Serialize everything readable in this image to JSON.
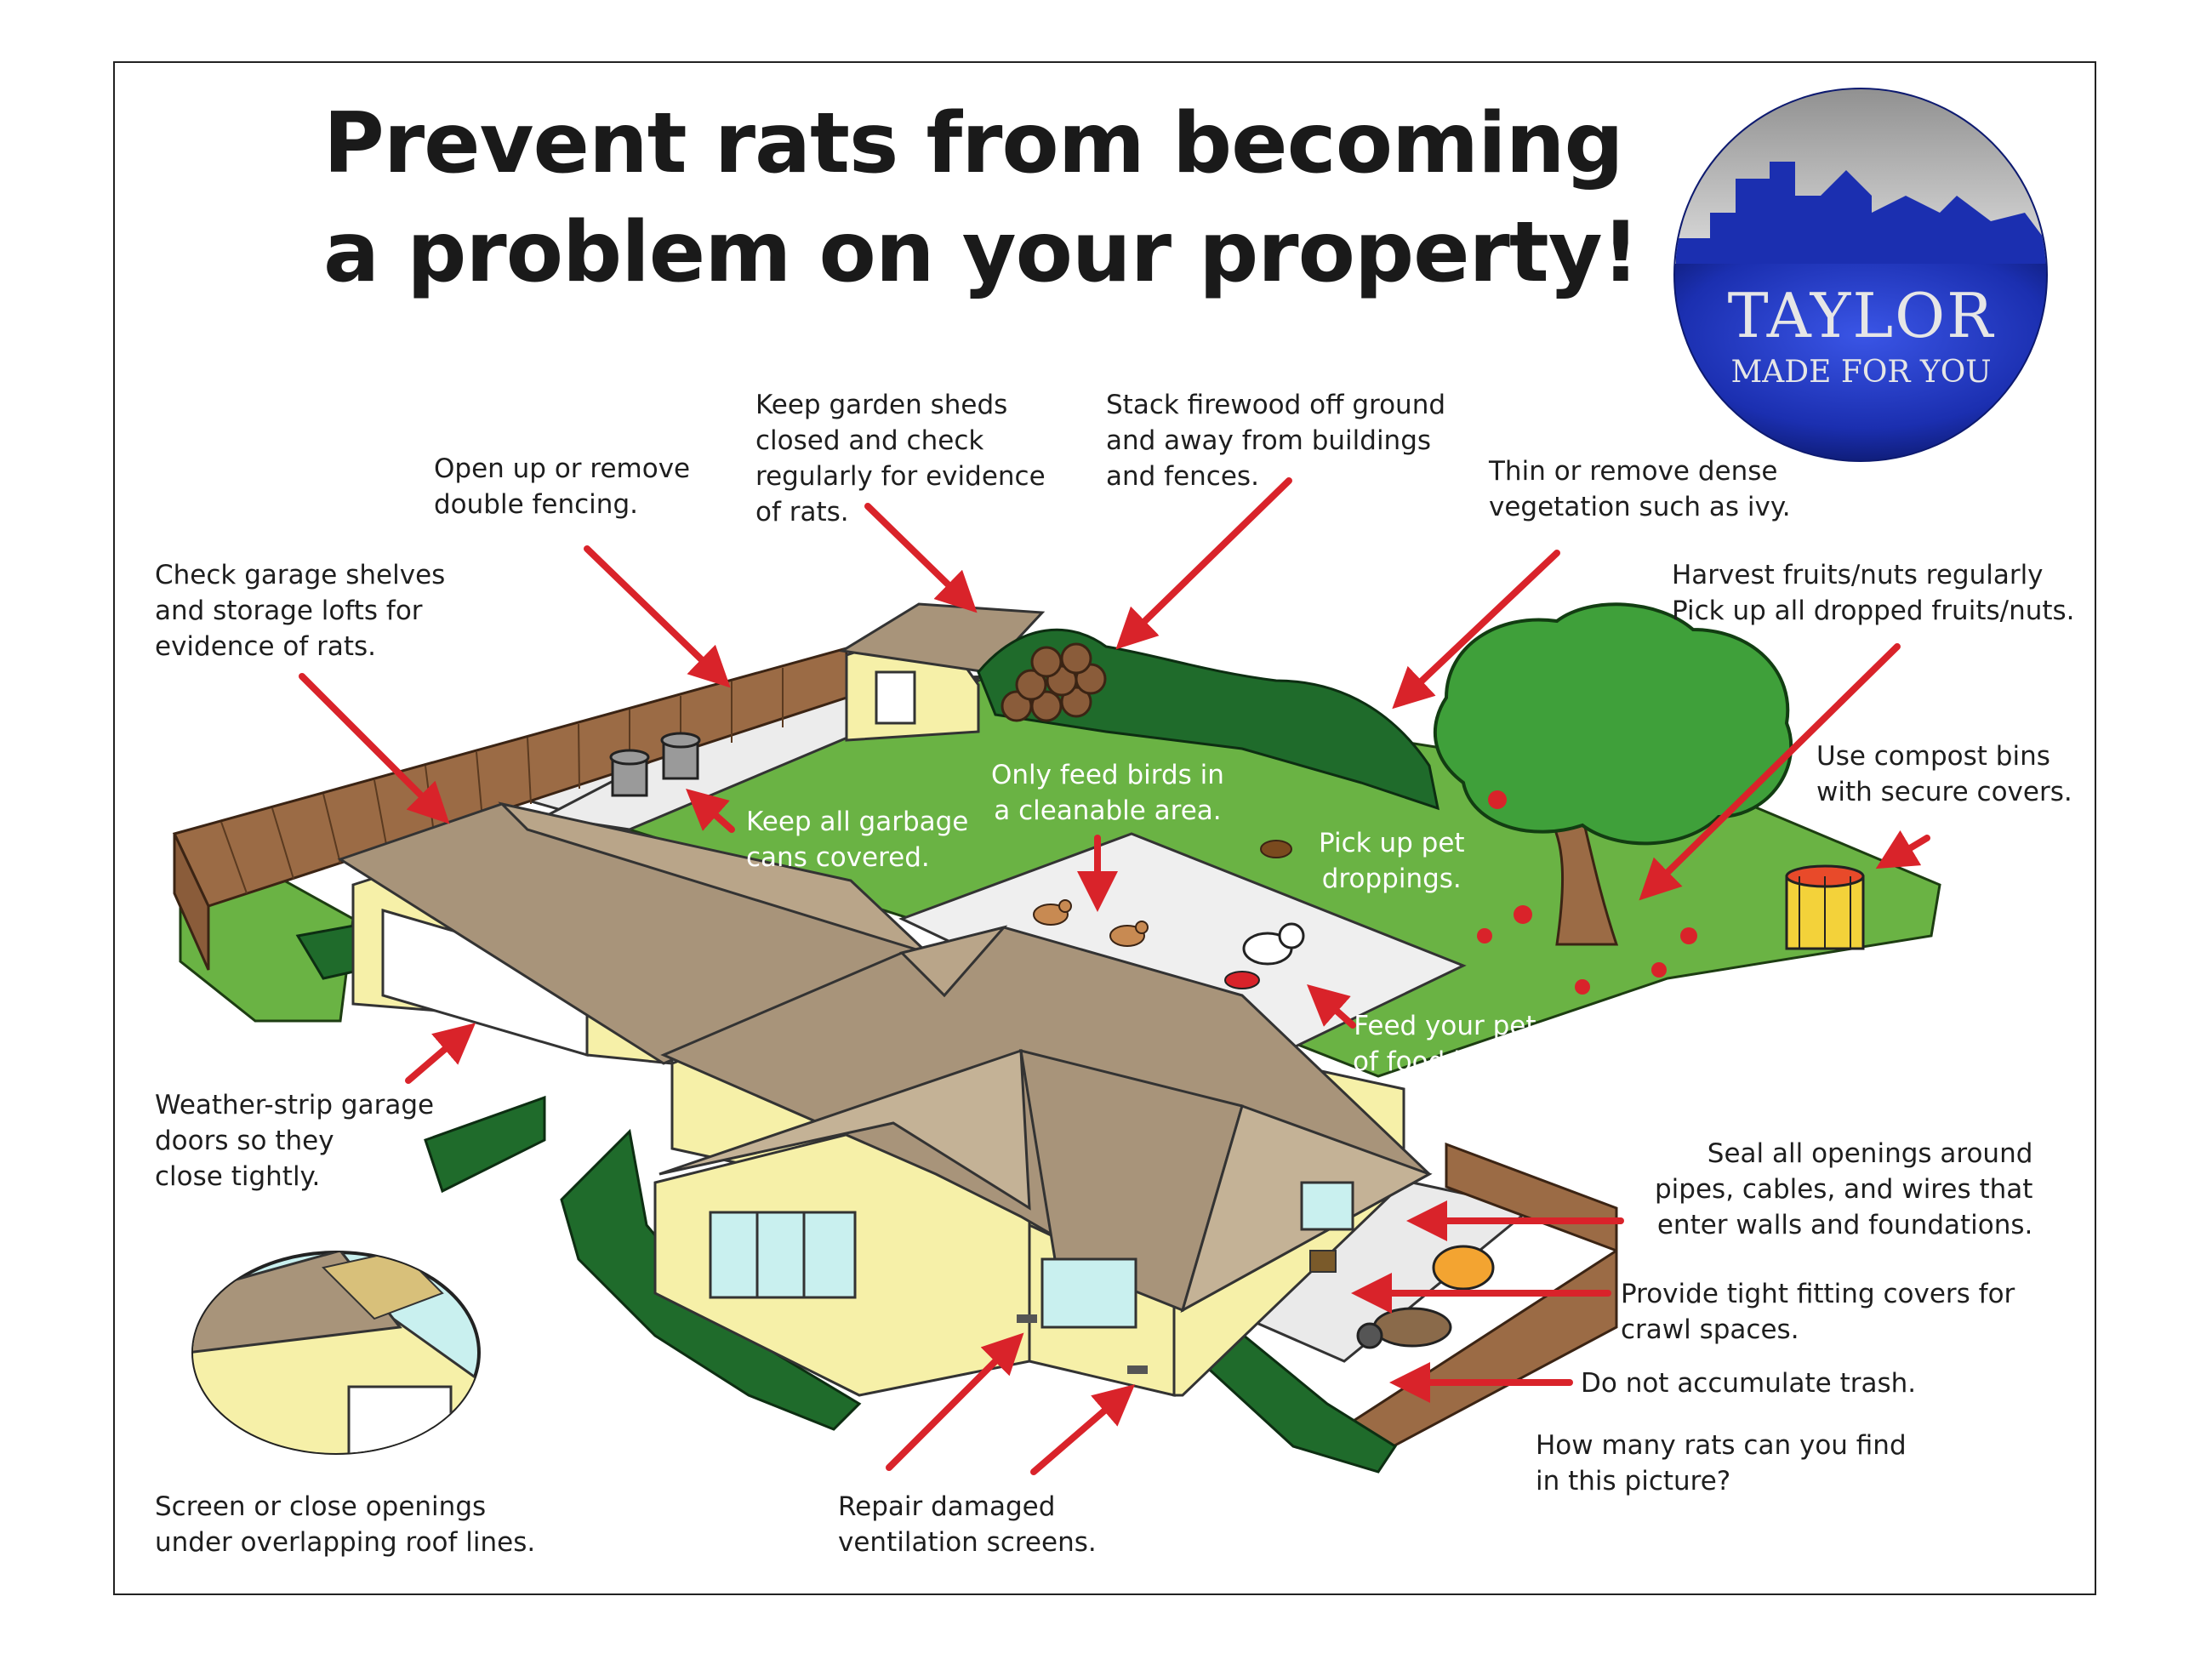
{
  "title": {
    "line1": "Prevent rats from becoming",
    "line2": "a problem on your property!"
  },
  "logo": {
    "name": "TAYLOR",
    "tagline": "MADE FOR YOU",
    "colors": {
      "blue": "#1b2fb0",
      "silver": "#c9c9c9"
    }
  },
  "colors": {
    "lawn": "#6ab344",
    "shrub": "#1f6b2b",
    "roof": "#a8947a",
    "wall": "#f6f0a8",
    "fence": "#9b6b45",
    "paving": "#ececec",
    "arrow": "#d9232a"
  },
  "tips": {
    "garage_shelves": [
      "Check garage shelves",
      "and storage lofts for",
      "evidence of rats."
    ],
    "double_fencing": [
      "Open up or remove",
      "double fencing."
    ],
    "sheds": [
      "Keep garden sheds",
      "closed and check",
      "regularly for evidence",
      "of rats."
    ],
    "firewood": [
      "Stack firewood off ground",
      "and away from buildings",
      "and fences."
    ],
    "vegetation": [
      "Thin or remove dense",
      "vegetation such as ivy."
    ],
    "fruits": [
      "Harvest fruits/nuts regularly",
      "Pick up all dropped fruits/nuts."
    ],
    "compost": [
      "Use compost bins",
      "with secure covers."
    ],
    "garbage": [
      "Keep all garbage",
      "cans covered."
    ],
    "birds": [
      "Only feed birds in",
      "a cleanable area."
    ],
    "pet_droppings": [
      "Pick up pet",
      "droppings."
    ],
    "pet_food": [
      "Feed your pet only the amount",
      "of food it will eat in one sitting."
    ],
    "weather_strip": [
      "Weather-strip garage",
      "doors so they",
      "close tightly."
    ],
    "openings": [
      "Seal all openings around",
      "pipes, cables, and wires that",
      "enter walls and foundations."
    ],
    "crawl": [
      "Provide tight fitting covers for",
      "crawl spaces."
    ],
    "trash": [
      "Do not accumulate trash."
    ],
    "rats_count": [
      "How many rats can you find",
      "in this picture?"
    ],
    "roof_lines": [
      "Screen or close openings",
      "under overlapping roof lines."
    ],
    "ventilation": [
      "Repair damaged",
      "ventilation screens."
    ]
  }
}
